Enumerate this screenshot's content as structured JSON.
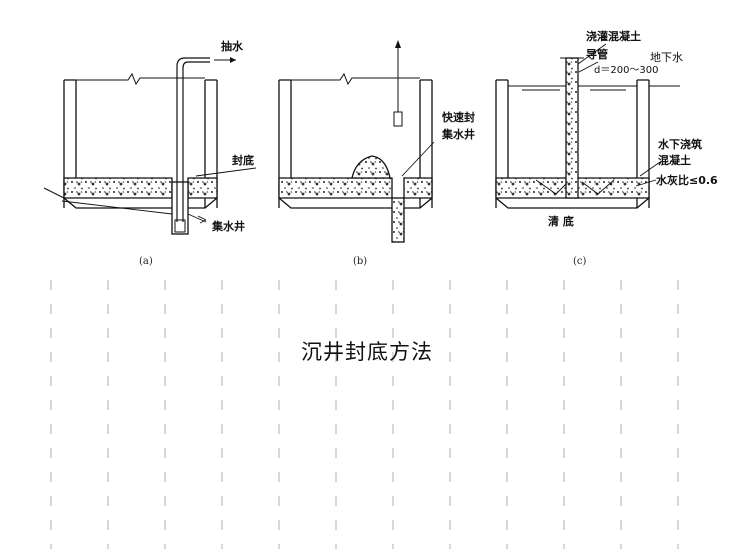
{
  "page": {
    "title": "沉井封底方法"
  },
  "diagrams": [
    {
      "caption": "(a)",
      "labels": {
        "pumping": "抽水",
        "bottom_seal": "封底",
        "sump_well": "集水井"
      }
    },
    {
      "caption": "(b)",
      "labels": {
        "quick_seal_line1": "快速封",
        "quick_seal_line2": "集水井"
      }
    },
    {
      "caption": "(c)",
      "labels": {
        "pour_concrete": "浇灌混凝土",
        "guide_pipe": "导管",
        "pipe_diameter": "d＝200～300",
        "groundwater": "地下水",
        "underwater_pour_line1": "水下浇筑",
        "underwater_pour_line2": "混凝土",
        "water_cement_ratio": "水灰比≤0.6",
        "clean_bottom": "清  底"
      }
    }
  ],
  "colors": {
    "ink": "#111111",
    "grid": "#c8c8c8"
  }
}
